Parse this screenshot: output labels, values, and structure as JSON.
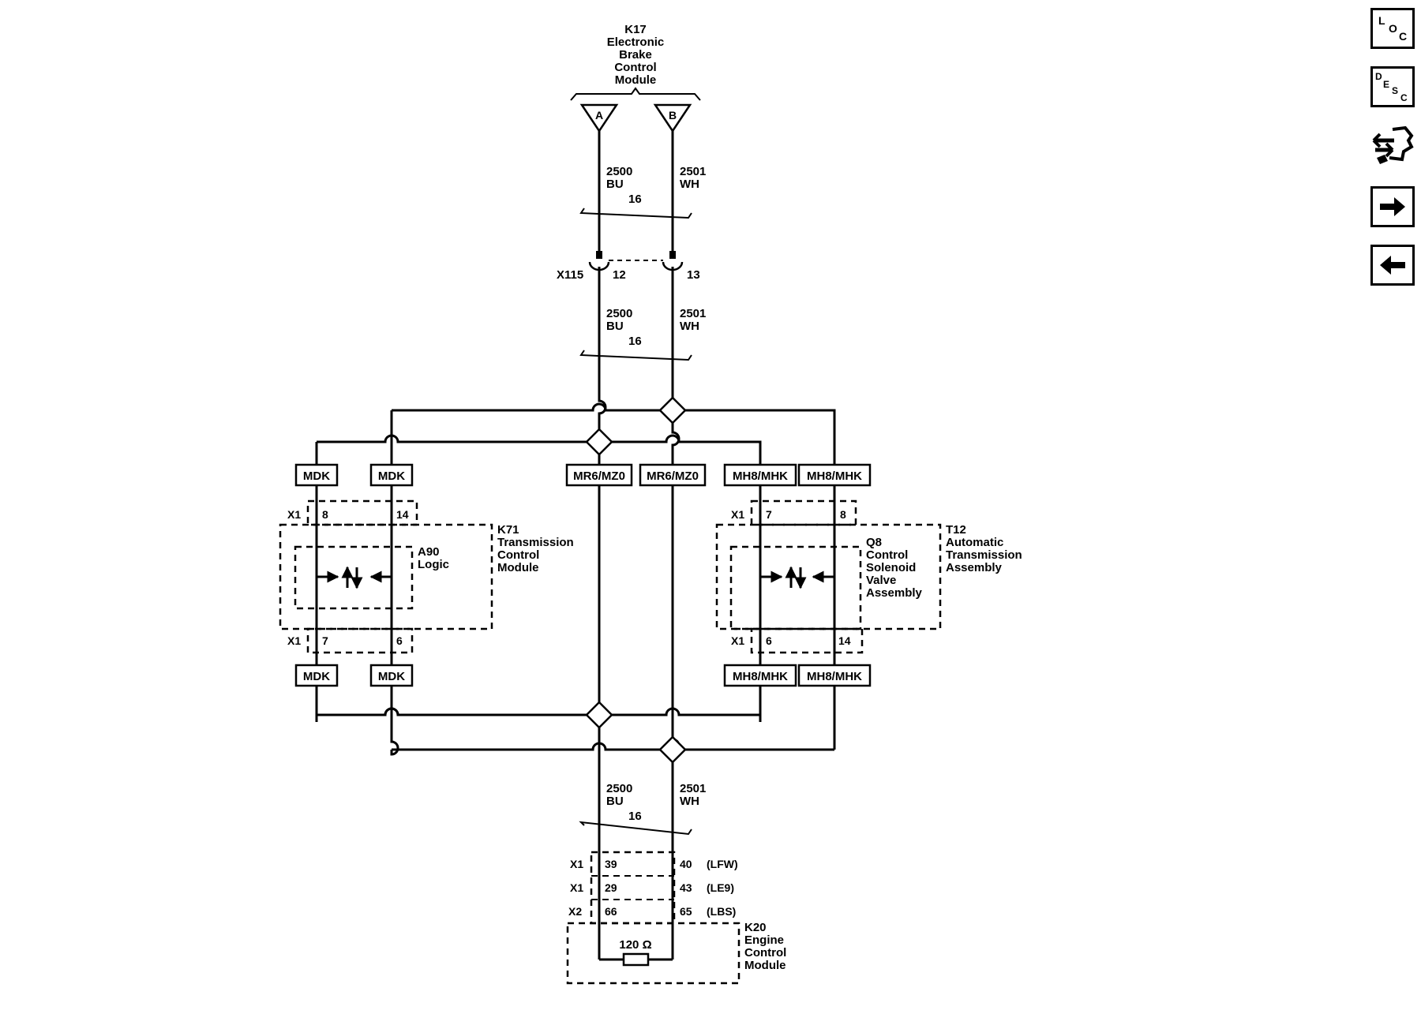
{
  "modules": {
    "k17": [
      "K17",
      "Electronic",
      "Brake",
      "Control",
      "Module"
    ],
    "k71": [
      "K71",
      "Transmission",
      "Control",
      "Module"
    ],
    "a90": [
      "A90",
      "Logic"
    ],
    "q8": [
      "Q8",
      "Control",
      "Solenoid",
      "Valve",
      "Assembly"
    ],
    "t12": [
      "T12",
      "Automatic",
      "Transmission",
      "Assembly"
    ],
    "k20": [
      "K20",
      "Engine",
      "Control",
      "Module"
    ]
  },
  "terminals": {
    "a": "A",
    "b": "B"
  },
  "wires": {
    "left": [
      "2500",
      "BU"
    ],
    "right": [
      "2501",
      "WH"
    ],
    "gauge": "16"
  },
  "connector_x115": {
    "name": "X115",
    "pin_left": "12",
    "pin_right": "13"
  },
  "options": {
    "mdk": "MDK",
    "mr6": "MR6/MZ0",
    "mh8": "MH8/MHK"
  },
  "k71_pins": {
    "conn": "X1",
    "top_left": "8",
    "top_right": "14",
    "bottom_left": "7",
    "bottom_right": "6"
  },
  "q8_pins": {
    "conn": "X1",
    "top_left": "7",
    "top_right": "8",
    "bottom_left": "6",
    "bottom_right": "14"
  },
  "k20_pins": [
    {
      "conn": "X1",
      "left": "39",
      "right": "40",
      "option": "(LFW)"
    },
    {
      "conn": "X1",
      "left": "29",
      "right": "43",
      "option": "(LE9)"
    },
    {
      "conn": "X2",
      "left": "66",
      "right": "65",
      "option": "(LBS)"
    }
  ],
  "resistor": "120 Ω",
  "nav": {
    "loc": [
      "L",
      "O",
      "C"
    ],
    "desc": [
      "D",
      "E",
      "S",
      "C"
    ]
  }
}
